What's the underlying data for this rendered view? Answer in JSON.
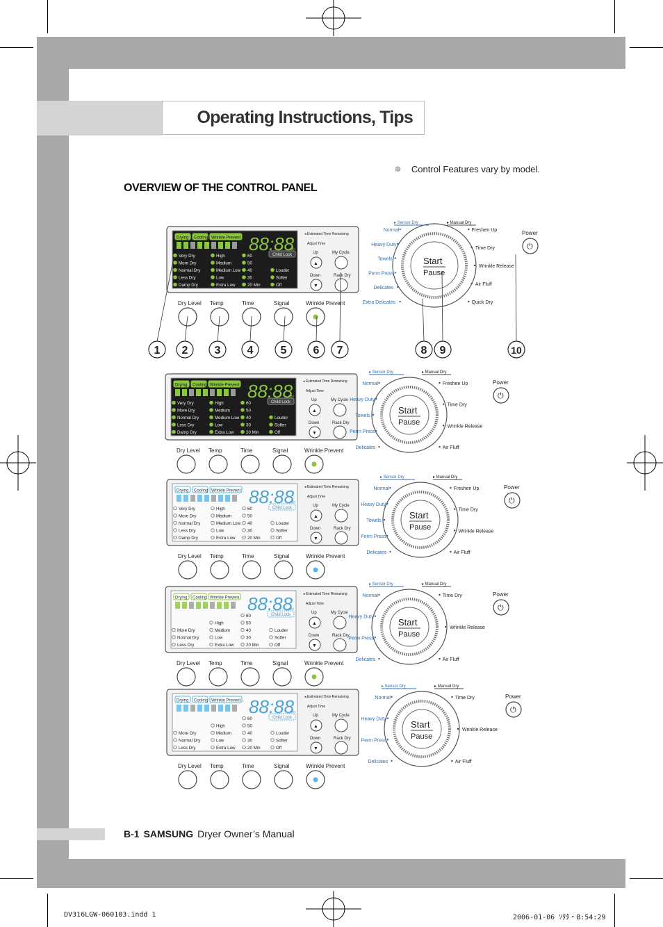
{
  "page": {
    "title": "Operating Instructions, Tips",
    "note": "Control Features vary by model.",
    "section_heading": "OVERVIEW OF THE CONTROL PANEL",
    "footer_page": "B-1",
    "footer_brand": "SAMSUNG",
    "footer_text": "Dryer Owner’s Manual",
    "slug_left": "DV316LGW-060103.indd   1",
    "slug_right": "2006-01-06   ｿﾀﾀ・8:54:29"
  },
  "callouts": [
    "1",
    "2",
    "3",
    "4",
    "5",
    "6",
    "7",
    "8",
    "9",
    "10"
  ],
  "labels": {
    "status": [
      "Drying",
      "Cooling",
      "Wrinkle Prevent"
    ],
    "display": "88:88",
    "min": "min",
    "est_time": "Estimated Time Remaining",
    "adjust_time": "Adjust Time",
    "up": "Up",
    "down": "Down",
    "my_cycle": "My Cycle",
    "rack_dry": "Rack Dry",
    "child_lock": "Child Lock",
    "dry_levels": [
      "Very Dry",
      "More Dry",
      "Normal Dry",
      "Less Dry",
      "Damp Dry"
    ],
    "temps": [
      "High",
      "Medium",
      "Medium Low",
      "Low",
      "Extra Low"
    ],
    "times": [
      "60",
      "50",
      "40",
      "30",
      "20 Min"
    ],
    "signals": [
      "Louder",
      "Softer",
      "Off"
    ],
    "buttons": [
      "Dry Level",
      "Temp",
      "Time",
      "Signal",
      "Wrinkle Prevent"
    ],
    "start": "Start",
    "pause": "Pause",
    "power": "Power",
    "sensor_dry": "Sensor Dry",
    "manual_dry": "Manual Dry"
  },
  "panels": [
    {
      "id": "panel-1",
      "accent": "#8cc63f",
      "dry_levels": [
        "Very Dry",
        "More Dry",
        "Normal Dry",
        "Less Dry",
        "Damp Dry"
      ],
      "temps": [
        "High",
        "Medium",
        "Medium Low",
        "Low",
        "Extra Low"
      ],
      "signals": [
        "Louder",
        "Softer",
        "Off"
      ],
      "child_lock": true,
      "dial_left": [
        "Normal",
        "Heavy Duty",
        "Towels",
        "Perm Press",
        "Delicates",
        "Extra Delicates"
      ],
      "dial_right": [
        "Freshen Up",
        "Time Dry",
        "Wrinkle Release",
        "Air Fluff",
        "Quick Dry"
      ]
    },
    {
      "id": "panel-2",
      "accent": "#8cc63f",
      "dry_levels": [
        "Very Dry",
        "More Dry",
        "Normal Dry",
        "Less Dry",
        "Damp Dry"
      ],
      "temps": [
        "High",
        "Medium",
        "Medium Low",
        "Low",
        "Extra Low"
      ],
      "signals": [
        "Louder",
        "Softer",
        "Off"
      ],
      "child_lock": true,
      "dial_left": [
        "Normal",
        "Heavy Duty",
        "Towels",
        "Perm Press",
        "Delicates"
      ],
      "dial_right": [
        "Freshen Up",
        "Time Dry",
        "Wrinkle Release",
        "Air Fluff"
      ]
    },
    {
      "id": "panel-3",
      "accent": "#58b7e8",
      "dry_levels": [
        "Very Dry",
        "More Dry",
        "Normal Dry",
        "Less Dry",
        "Damp Dry"
      ],
      "temps": [
        "High",
        "Medium",
        "Medium Low",
        "Low",
        "Extra Low"
      ],
      "signals": [
        "Louder",
        "Softer",
        "Off"
      ],
      "child_lock": true,
      "dial_left": [
        "Normal",
        "Heavy Duty",
        "Towels",
        "Perm Press",
        "Delicates"
      ],
      "dial_right": [
        "Freshen Up",
        "Time Dry",
        "Wrinkle Release",
        "Air Fluff"
      ]
    },
    {
      "id": "panel-4",
      "accent": "#8cc63f",
      "dry_levels": [
        "More Dry",
        "Normal Dry",
        "Less Dry"
      ],
      "temps": [
        "High",
        "Medium",
        "Low",
        "Extra Low"
      ],
      "signals": [
        "Louder",
        "Softer",
        "Off"
      ],
      "child_lock": true,
      "dial_left": [
        "Normal",
        "Heavy Duty",
        "Perm Press",
        "Delicates"
      ],
      "dial_right": [
        "Time Dry",
        "Wrinkle Release",
        "Air Fluff"
      ]
    },
    {
      "id": "panel-5",
      "accent": "#58b7e8",
      "dry_levels": [
        "More Dry",
        "Normal Dry",
        "Less Dry"
      ],
      "temps": [
        "High",
        "Medium",
        "Low",
        "Extra Low"
      ],
      "signals": [
        "Louder",
        "Softer",
        "Off"
      ],
      "child_lock": true,
      "dial_left": [
        "Normal",
        "Heavy Duty",
        "Perm Press",
        "Delicates"
      ],
      "dial_right": [
        "Time Dry",
        "Wrinkle Release",
        "Air Fluff"
      ]
    }
  ]
}
